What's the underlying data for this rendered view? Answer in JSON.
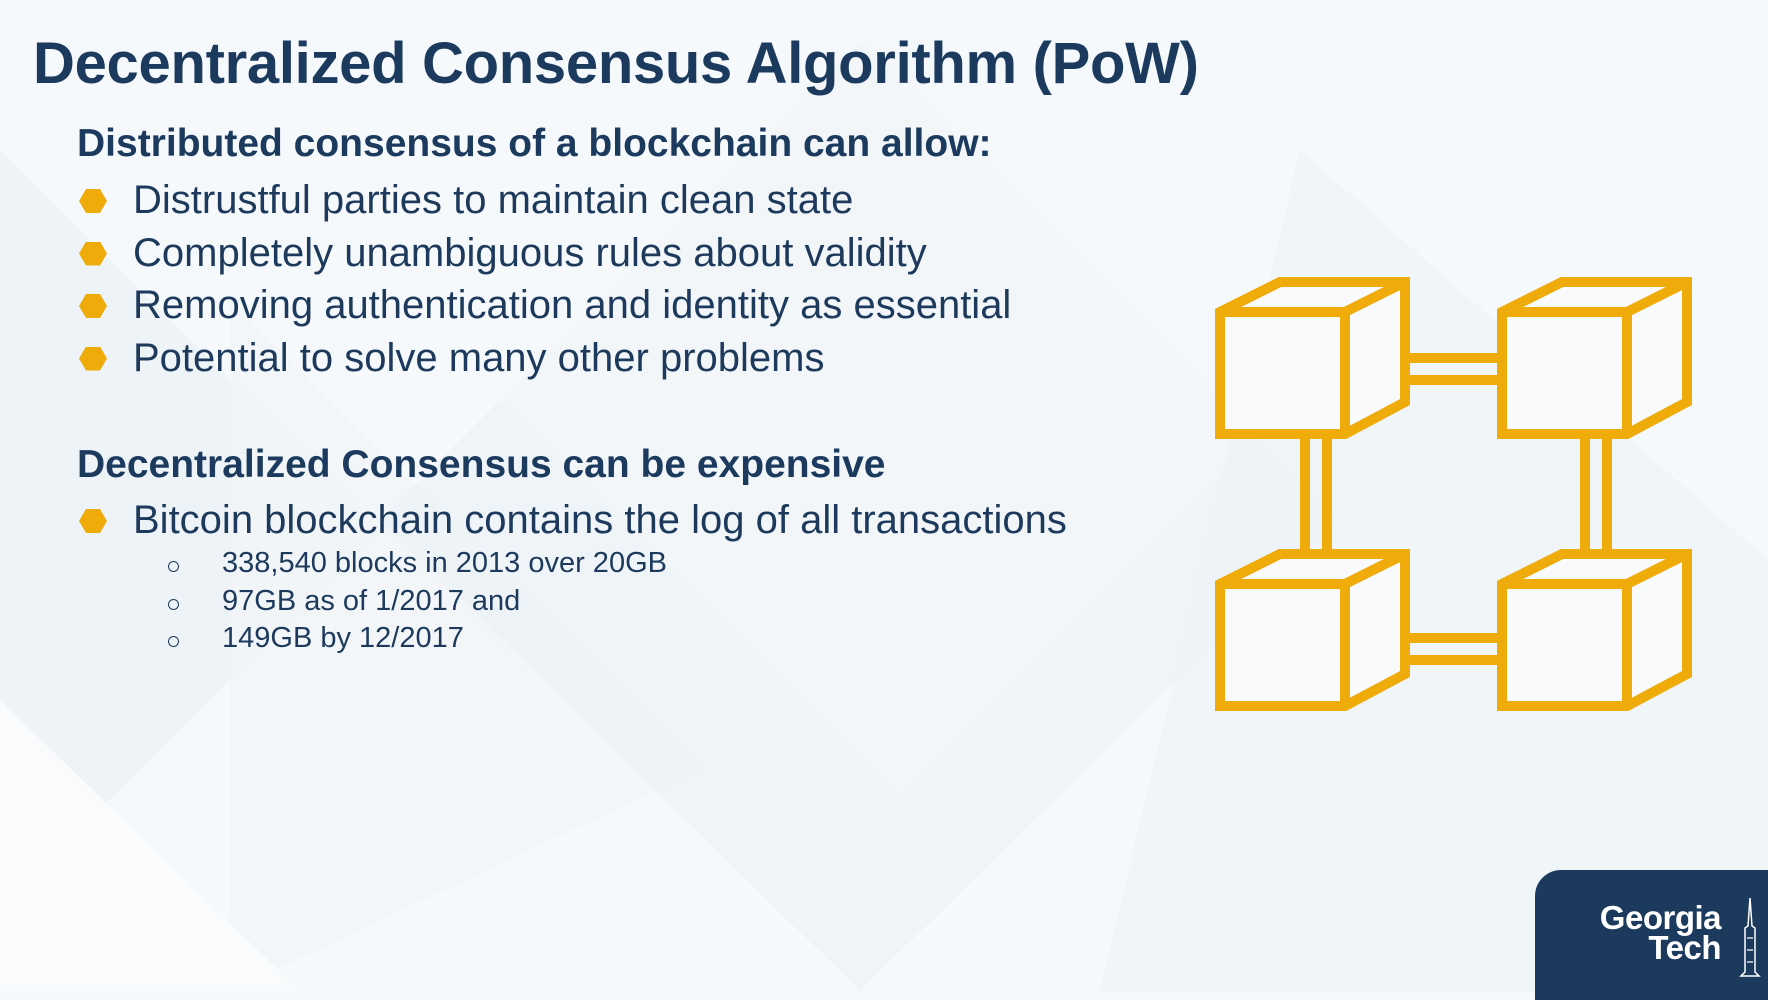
{
  "slide": {
    "title": "Decentralized Consensus Algorithm (PoW)",
    "section1": {
      "heading": "Distributed consensus of a blockchain can allow:",
      "bullets": [
        "Distrustful parties to maintain clean state",
        "Completely unambiguous rules about validity",
        "Removing authentication and identity as essential",
        "Potential to solve many other problems"
      ]
    },
    "section2": {
      "heading": "Decentralized Consensus can be expensive",
      "bullets": [
        "Bitcoin blockchain contains the log of all transactions"
      ],
      "sub_bullets": [
        "338,540 blocks in 2013 over 20GB",
        "97GB as of 1/2017 and",
        "149GB by 12/2017"
      ]
    },
    "graphic": {
      "icon": "blockchain-cubes-icon",
      "color": "#eeab0a"
    },
    "logo": {
      "line1": "Georgia",
      "line2": "Tech",
      "icon": "tech-tower-icon",
      "background": "#1b3a5e"
    }
  },
  "colors": {
    "title": "#1b3a5e",
    "text": "#1d3a5c",
    "bullet": "#eeab0a",
    "background": "#f6f9fb"
  }
}
